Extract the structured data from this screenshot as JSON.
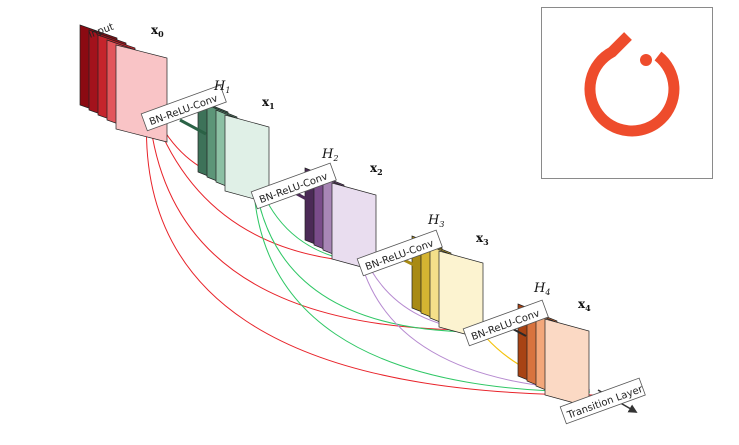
{
  "input_label": "Input",
  "layers": [
    {
      "x_base": "x",
      "x_sub": "0",
      "h_base": "",
      "h_sub": "",
      "bn_label": ""
    },
    {
      "x_base": "x",
      "x_sub": "1",
      "h_base": "H",
      "h_sub": "1",
      "bn_label": "BN-ReLU-Conv"
    },
    {
      "x_base": "x",
      "x_sub": "2",
      "h_base": "H",
      "h_sub": "2",
      "bn_label": "BN-ReLU-Conv"
    },
    {
      "x_base": "x",
      "x_sub": "3",
      "h_base": "H",
      "h_sub": "3",
      "bn_label": "BN-ReLU-Conv"
    },
    {
      "x_base": "x",
      "x_sub": "4",
      "h_base": "H",
      "h_sub": "4",
      "bn_label": "BN-ReLU-Conv"
    }
  ],
  "transition_label": "Transition Layer",
  "colors": {
    "red": "#e8232a",
    "green": "#2fc765",
    "purple": "#b68ad0",
    "yellow": "#f4c20d",
    "logo": "#ee4c2c",
    "stack0": [
      "#8b0a12",
      "#a3121c",
      "#c5242c",
      "#e2565c",
      "#f9c4c6"
    ],
    "stack1": [
      "#3d7259",
      "#5c9578",
      "#8cc0a4",
      "#e0f0e7"
    ],
    "stack2": [
      "#4b2a56",
      "#7a4c8a",
      "#a886b6",
      "#e9ddef"
    ],
    "stack3": [
      "#a88a14",
      "#d4b432",
      "#f4df8a",
      "#fcf3d0"
    ],
    "stack4": [
      "#a84314",
      "#d8733e",
      "#f3a77a",
      "#fbd9c4"
    ]
  },
  "logo_icon": "pytorch-logo-icon"
}
